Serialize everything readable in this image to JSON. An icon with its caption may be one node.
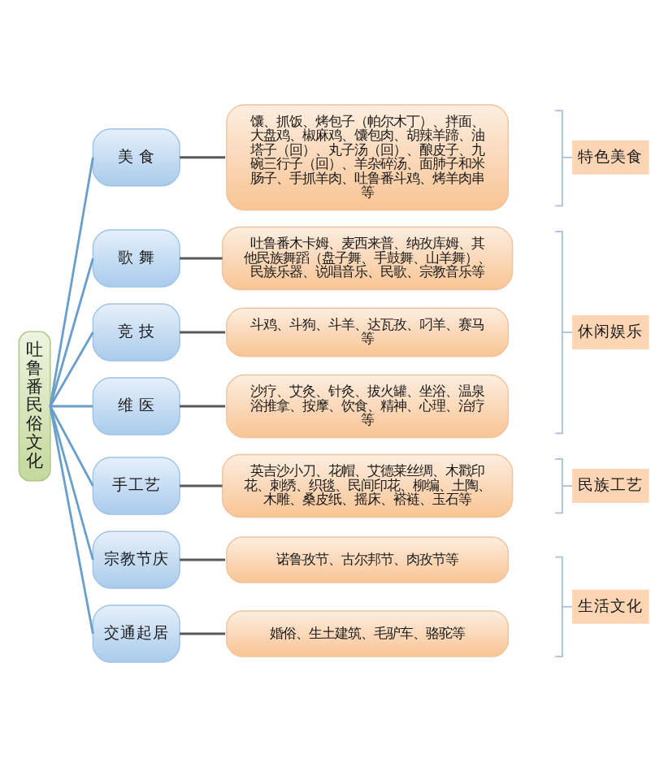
{
  "diagram": {
    "nodes": [
      {
        "text": [
          "吐鲁番民俗文化"
        ]
      },
      {
        "text": [
          "美 食"
        ]
      },
      {
        "text": [
          "歌 舞"
        ]
      },
      {
        "text": [
          "竞 技"
        ]
      },
      {
        "text": [
          "维 医"
        ]
      },
      {
        "text": [
          "手工艺"
        ]
      },
      {
        "text": [
          "宗教节庆"
        ]
      },
      {
        "text": [
          "交通起居"
        ]
      },
      {
        "text": [
          "馕、抓饭、烤包子（帕尔木丁）、拌面、大盘鸡、椒麻鸡、馕包肉、胡辣羊蹄、油塔子（回）、丸子汤（回）、酿皮子、九碗三行子（回）、羊杂碎汤、面肺子和米肠子、手抓羊肉、吐鲁番斗鸡、烤羊肉串等"
        ]
      },
      {
        "text": [
          "吐鲁番木卡姆、麦西来普、纳孜库姆、其他民族舞蹈（盘子舞、手鼓舞、山羊舞）、民族乐器、说唱音乐、民歌、宗教音乐等"
        ]
      },
      {
        "text": [
          "斗鸡、斗狗、斗羊、达瓦孜、叼羊、赛马等"
        ]
      },
      {
        "text": [
          "沙疗、艾灸、针灸、拔火罐、坐浴、温泉浴推拿、按摩、饮食、精神、心理、治疗等"
        ]
      },
      {
        "text": [
          "英吉沙小刀、花帽、艾德莱丝绸、木戳印花、刺绣、织毯、民间印花、柳编、土陶、木雕、桑皮纸、摇床、褡裢、玉石等"
        ]
      },
      {
        "text": [
          "诺鲁孜节、古尔邦节、肉孜节等"
        ]
      },
      {
        "text": [
          "婚俗、生土建筑、毛驴车、骆驼等"
        ]
      },
      {
        "text": [
          "特色美食"
        ]
      },
      {
        "text": [
          "休闲娱乐"
        ]
      },
      {
        "text": [
          "民族工艺"
        ]
      },
      {
        "text": [
          "生活文化"
        ]
      }
    ],
    "edges": [
      {
        "from": 0,
        "to": 1,
        "arrow": "none",
        "color": "#6a9fcb"
      },
      {
        "from": 0,
        "to": 2,
        "arrow": "none",
        "color": "#6a9fcb"
      },
      {
        "from": 0,
        "to": 3,
        "arrow": "none",
        "color": "#6a9fcb"
      },
      {
        "from": 0,
        "to": 4,
        "arrow": "none",
        "color": "#6a9fcb"
      },
      {
        "from": 0,
        "to": 5,
        "arrow": "none",
        "color": "#6a9fcb"
      },
      {
        "from": 0,
        "to": 6,
        "arrow": "none",
        "color": "#6a9fcb"
      },
      {
        "from": 0,
        "to": 7,
        "arrow": "none",
        "color": "#6a9fcb"
      },
      {
        "from": 1,
        "to": 8,
        "arrow": "none",
        "color": "#595959"
      },
      {
        "from": 2,
        "to": 9,
        "arrow": "none",
        "color": "#595959"
      },
      {
        "from": 3,
        "to": 10,
        "arrow": "none",
        "color": "#595959"
      },
      {
        "from": 4,
        "to": 11,
        "arrow": "none",
        "color": "#595959"
      },
      {
        "from": 5,
        "to": 12,
        "arrow": "none",
        "color": "#595959"
      },
      {
        "from": 6,
        "to": 13,
        "arrow": "none",
        "color": "#595959"
      },
      {
        "from": 7,
        "to": 14,
        "arrow": "none",
        "color": "#595959"
      }
    ]
  }
}
